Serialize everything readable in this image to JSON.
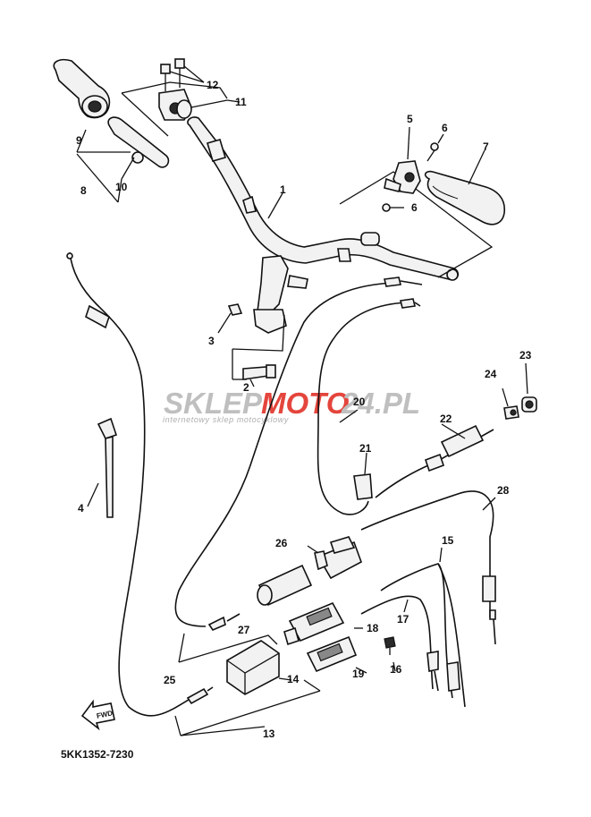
{
  "callouts": {
    "c1": "1",
    "c2": "2",
    "c3": "3",
    "c4": "4",
    "c5": "5",
    "c6a": "6",
    "c6b": "6",
    "c7": "7",
    "c8": "8",
    "c9": "9",
    "c10": "10",
    "c11": "11",
    "c12": "12",
    "c13": "13",
    "c14": "14",
    "c15": "15",
    "c16": "16",
    "c17": "17",
    "c18": "18",
    "c19": "19",
    "c20": "20",
    "c21": "21",
    "c22": "22",
    "c23": "23",
    "c24": "24",
    "c25": "25",
    "c26": "26",
    "c27": "27",
    "c28": "28"
  },
  "watermark": {
    "brand_grey_1": "SKLEP",
    "brand_red": "MOTO",
    "brand_grey_2": "24.PL",
    "tagline": "internetowy sklep motocyklowy",
    "accent_color": "#e0251b",
    "grey_color": "#b4b4b4"
  },
  "fwd_label": "FWD",
  "diagram_code": "5KK1352-7230"
}
